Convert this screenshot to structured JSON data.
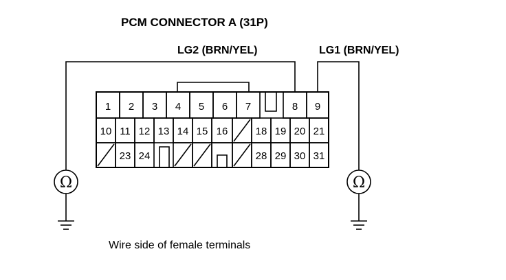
{
  "title": "PCM CONNECTOR A (31P)",
  "wire_left": {
    "label": "LG2 (BRN/YEL)",
    "pin": "8"
  },
  "wire_right": {
    "label": "LG1 (BRN/YEL)",
    "pin": "9"
  },
  "meter_symbol": "Ω",
  "caption": "Wire side of female terminals",
  "rows": [
    [
      "1",
      "2",
      "3",
      "4",
      "5",
      "6",
      "7",
      "",
      "8",
      "9"
    ],
    [
      "10",
      "11",
      "12",
      "13",
      "14",
      "15",
      "16",
      "/",
      "18",
      "19",
      "20",
      "21"
    ],
    [
      "/",
      "23",
      "24",
      "",
      "/",
      "/",
      "",
      "/",
      "28",
      "29",
      "30",
      "31"
    ]
  ]
}
